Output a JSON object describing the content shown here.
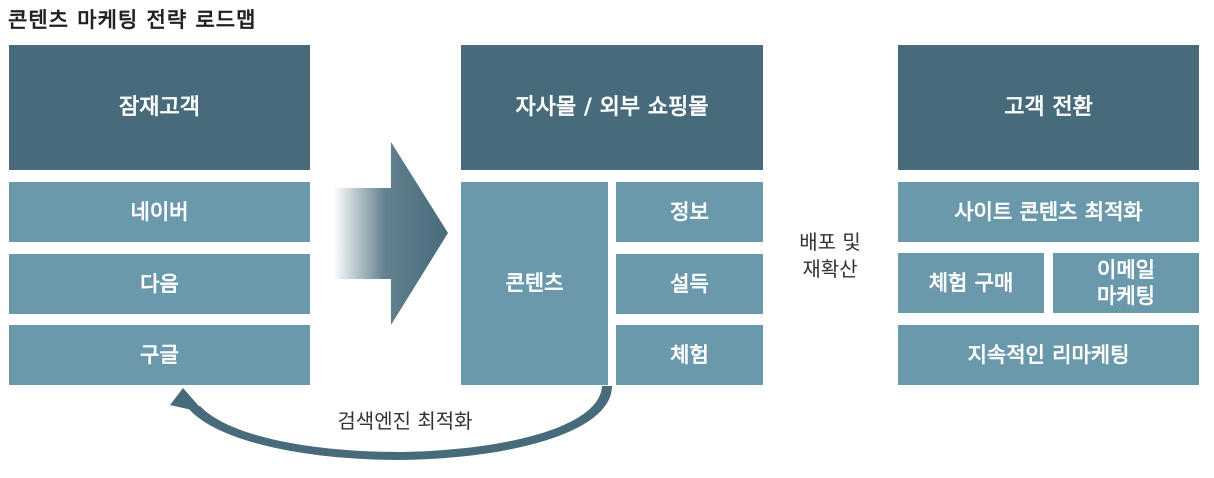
{
  "title": "콘텐츠 마케팅 전략 로드맵",
  "columns": {
    "left": {
      "header": "잠재고객",
      "items": [
        "네이버",
        "다음",
        "구글"
      ]
    },
    "middle": {
      "header": "자사몰 / 외부 쇼핑몰",
      "content": "콘텐츠",
      "items": [
        "정보",
        "설득",
        "체험"
      ]
    },
    "right": {
      "header": "고객 전환",
      "items": [
        "사이트 콘텐츠 최적화",
        "체험 구매",
        "이메일\n마케팅",
        "지속적인 리마케팅"
      ]
    }
  },
  "labels": {
    "distribution": "배포 및\n재확산",
    "seo": "검색엔진 최적화"
  },
  "colors": {
    "dark_box": "#486b7b",
    "light_box": "#6a99ab",
    "arrow": "#486b7b"
  },
  "icons": [
    "flow-arrow-icon",
    "curved-return-arrow-icon"
  ]
}
